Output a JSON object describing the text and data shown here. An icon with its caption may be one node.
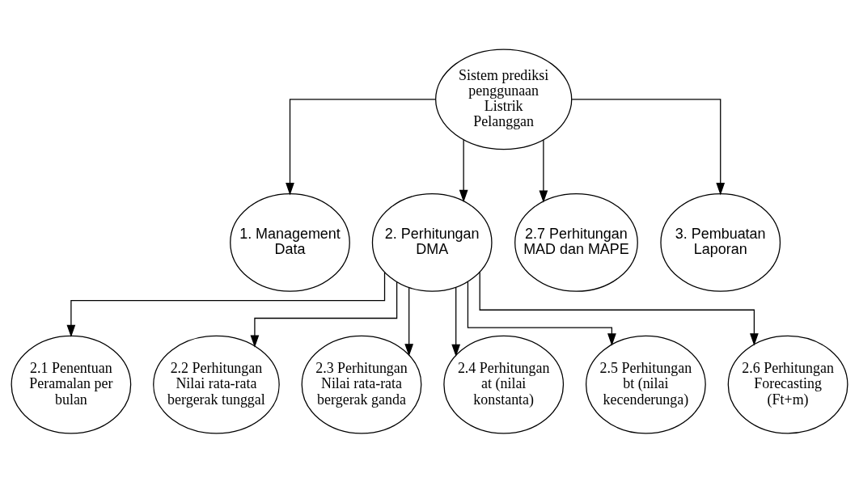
{
  "diagram": {
    "nodes": [
      {
        "text": [
          "Sistem prediksi penggunaan Listrik Pelanggan"
        ]
      },
      {
        "text": [
          "1. Management Data"
        ]
      },
      {
        "text": [
          "2. Perhitungan DMA"
        ]
      },
      {
        "text": [
          "2.7 Perhitungan MAD dan MAPE"
        ]
      },
      {
        "text": [
          "3. Pembuatan Laporan"
        ]
      },
      {
        "text": [
          "2.1 Penentuan Peramalan per bulan"
        ]
      },
      {
        "text": [
          "2.2 Perhitungan Nilai rata-rata bergerak tunggal"
        ]
      },
      {
        "text": [
          "2.3 Perhitungan Nilai rata-rata bergerak ganda"
        ]
      },
      {
        "text": [
          "2.4 Perhitungan at (nilai konstanta)"
        ]
      },
      {
        "text": [
          "2.5 Perhitungan bt (nilai kecenderunga)"
        ]
      },
      {
        "text": [
          "2.6 Perhitungan Forecasting (Ft+m)"
        ]
      }
    ],
    "edges": [
      {
        "from": 0,
        "to": 1,
        "arrow": "to"
      },
      {
        "from": 0,
        "to": 2,
        "arrow": "to"
      },
      {
        "from": 0,
        "to": 3,
        "arrow": "to"
      },
      {
        "from": 0,
        "to": 4,
        "arrow": "to"
      },
      {
        "from": 2,
        "to": 5,
        "arrow": "to"
      },
      {
        "from": 2,
        "to": 6,
        "arrow": "to"
      },
      {
        "from": 2,
        "to": 7,
        "arrow": "to"
      },
      {
        "from": 2,
        "to": 8,
        "arrow": "to"
      },
      {
        "from": 2,
        "to": 9,
        "arrow": "to"
      },
      {
        "from": 2,
        "to": 10,
        "arrow": "to"
      }
    ]
  }
}
